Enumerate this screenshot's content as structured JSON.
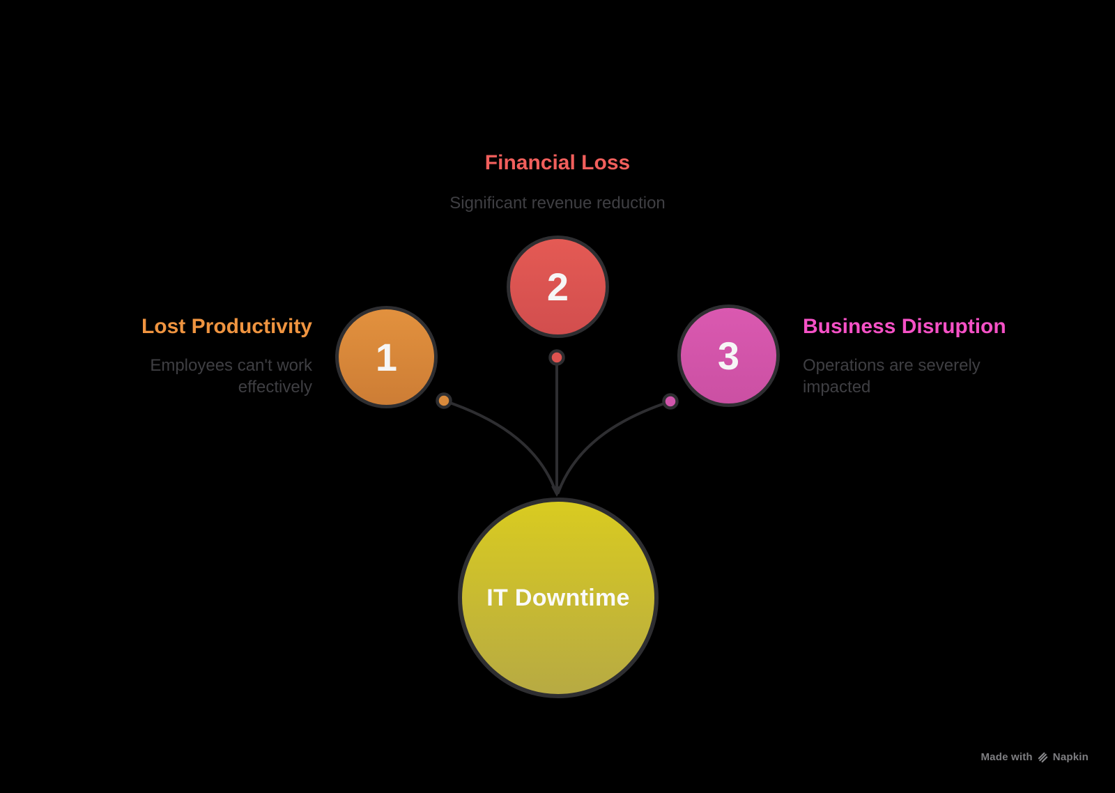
{
  "diagram": {
    "center": {
      "label": "IT Downtime"
    },
    "nodes": [
      {
        "number": "1",
        "title": "Lost Productivity",
        "description": "Employees can't work effectively"
      },
      {
        "number": "2",
        "title": "Financial Loss",
        "description": "Significant revenue reduction"
      },
      {
        "number": "3",
        "title": "Business Disruption",
        "description": "Operations are severely impacted"
      }
    ],
    "colors": {
      "background": "#000000",
      "node1_fill": "#D98A3C",
      "node1_title_text": "#EF9440",
      "node2_fill": "#DD5350",
      "node2_title_text": "#F15F5C",
      "node3_fill": "#D156AC",
      "node3_title_text": "#F551C6",
      "center_fill_top": "#D9CB20",
      "center_fill_bottom": "#B7AA43",
      "connector": "#2E2E31",
      "description_text": "#3F3F43",
      "number_text": "#F6F6F6",
      "center_label_text": "#FAFAFA",
      "watermark_text": "#7E7E81"
    }
  },
  "watermark": {
    "prefix": "Made with",
    "brand": "Napkin"
  }
}
